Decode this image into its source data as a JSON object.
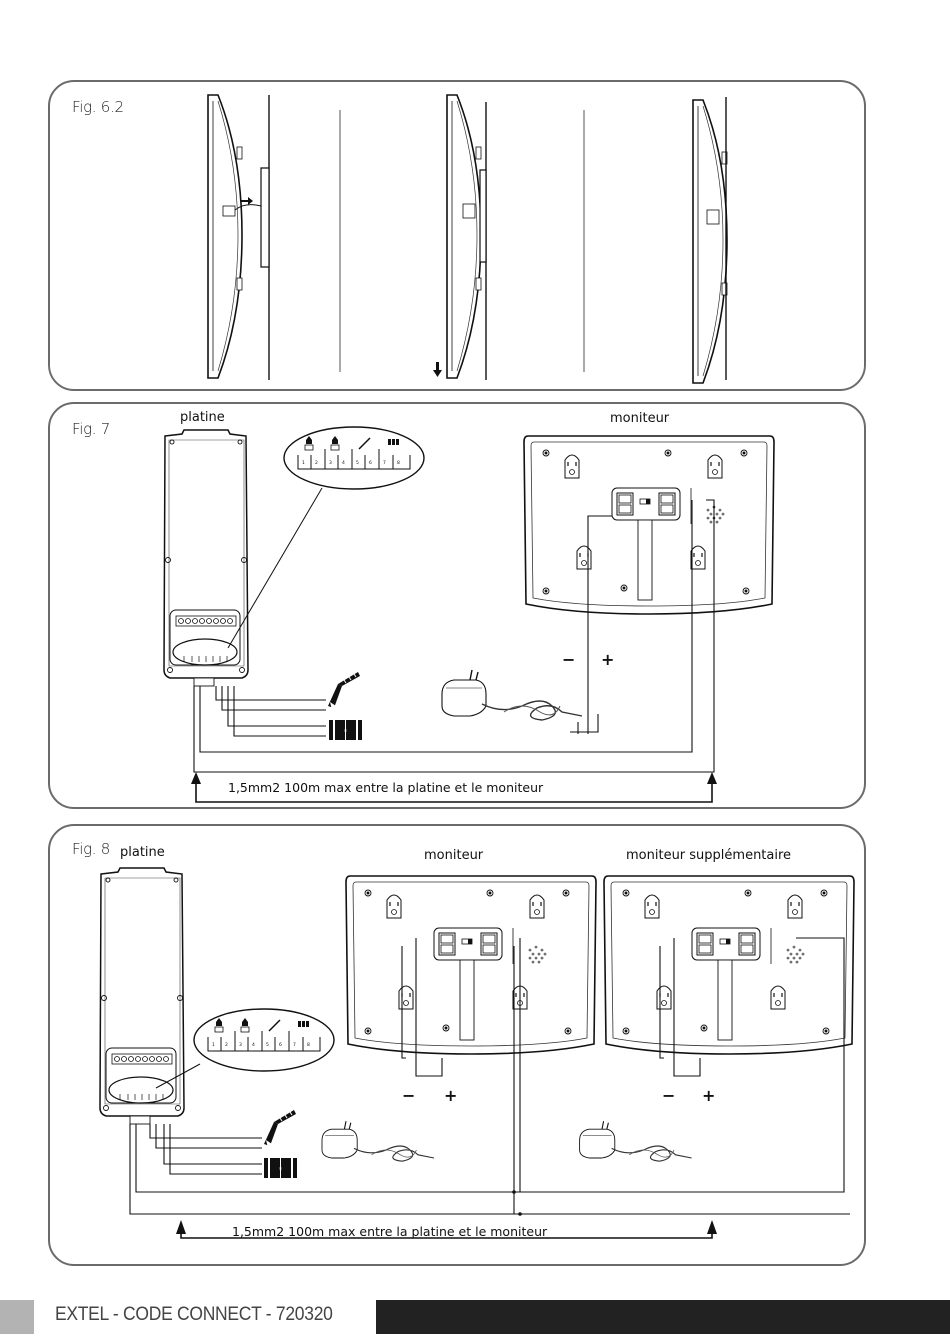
{
  "document": {
    "footer": {
      "text": "EXTEL - CODE CONNECT - 720320",
      "accent_gray": "#b3b3b3",
      "bar_color": "#222222"
    }
  },
  "figures": {
    "fig62": {
      "label": "Fig. 6.2",
      "steps": [
        "present-monitor-to-bracket",
        "slide-monitor-down",
        "monitor-mounted"
      ]
    },
    "fig7": {
      "label": "Fig. 7",
      "platine_label": "platine",
      "monitor_label": "moniteur",
      "minus": "−",
      "plus": "+",
      "cable_note": "1,5mm2  100m max entre la platine et le moniteur",
      "terminals": [
        "1",
        "2",
        "3",
        "4",
        "5",
        "6",
        "7",
        "8"
      ],
      "terminal_groups": [
        "door-1-icon",
        "door-2-icon",
        "lock-icon",
        "gate-icon"
      ]
    },
    "fig8": {
      "label": "Fig. 8",
      "platine_label": "platine",
      "monitor_label": "moniteur",
      "extra_monitor_label": "moniteur supplémentaire",
      "minus": "−",
      "plus": "+",
      "cable_note": "1,5mm2  100m max entre la platine et le moniteur",
      "terminals": [
        "1",
        "2",
        "3",
        "4",
        "5",
        "6",
        "7",
        "8"
      ]
    }
  }
}
